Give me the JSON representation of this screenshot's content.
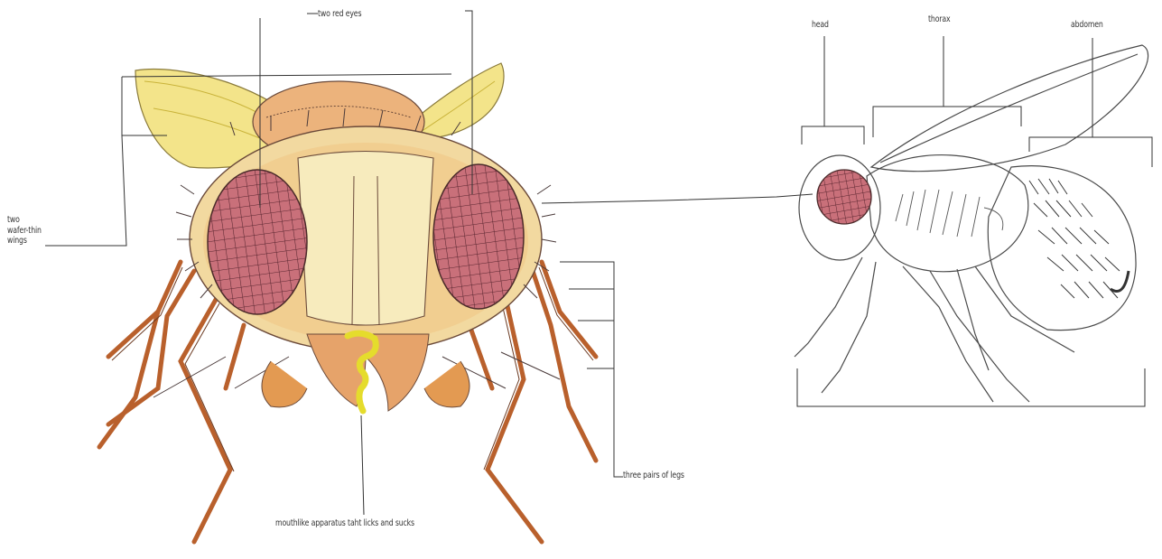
{
  "labels": {
    "eyes": "two red eyes",
    "wings_line1": "two",
    "wings_line2": "wafer-thin",
    "wings_line3": "wings",
    "legs": "three pairs of legs",
    "mouth": "mouthlike apparatus taht licks and sucks",
    "head": "head",
    "thorax": "thorax",
    "abdomen": "abdomen"
  },
  "colors": {
    "eye": "#c9707a",
    "eye_dark": "#a94c5c",
    "head_fill": "#f2d9a0",
    "head_orange": "#e39a52",
    "wing": "#f0e27a",
    "leg": "#c8743a",
    "proboscis": "#e5dc2c",
    "ink": "#5a4a4a"
  }
}
